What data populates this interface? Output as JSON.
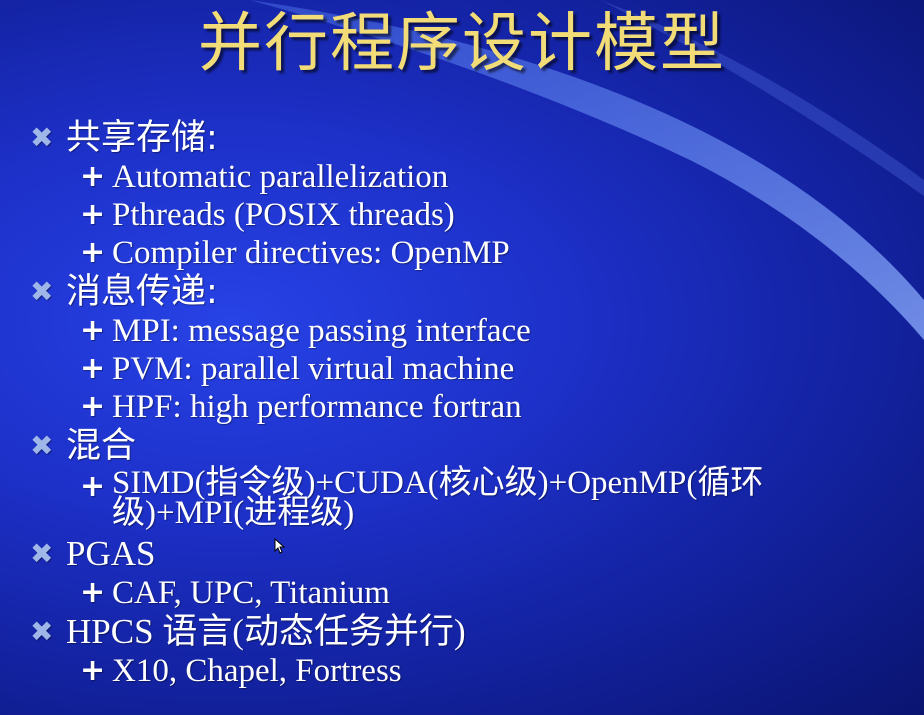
{
  "title": "并行程序设计模型",
  "colors": {
    "background": "#1d30c8",
    "title": "#f2dc78",
    "bullet": "#9fb6e8",
    "text": "#ffffff"
  },
  "icons": {
    "section_bullet": "x-bullet-icon",
    "sub_bullet": "plus-bullet-icon"
  },
  "sections": [
    {
      "label": "共享存储:",
      "items": [
        "Automatic parallelization",
        "Pthreads (POSIX threads)",
        "Compiler directives: OpenMP"
      ]
    },
    {
      "label": "消息传递:",
      "items": [
        "MPI: message passing interface",
        "PVM: parallel virtual machine",
        "HPF: high performance fortran"
      ]
    },
    {
      "label": "混合",
      "items": [
        "SIMD(指令级)+CUDA(核心级)+OpenMP(循环级)+MPI(进程级)"
      ]
    },
    {
      "label": "PGAS",
      "items": [
        "CAF, UPC, Titanium"
      ]
    },
    {
      "label": "HPCS 语言(动态任务并行)",
      "items": [
        "X10, Chapel, Fortress"
      ]
    }
  ],
  "bullet_symbols": {
    "section": "✖",
    "sub": "+"
  }
}
